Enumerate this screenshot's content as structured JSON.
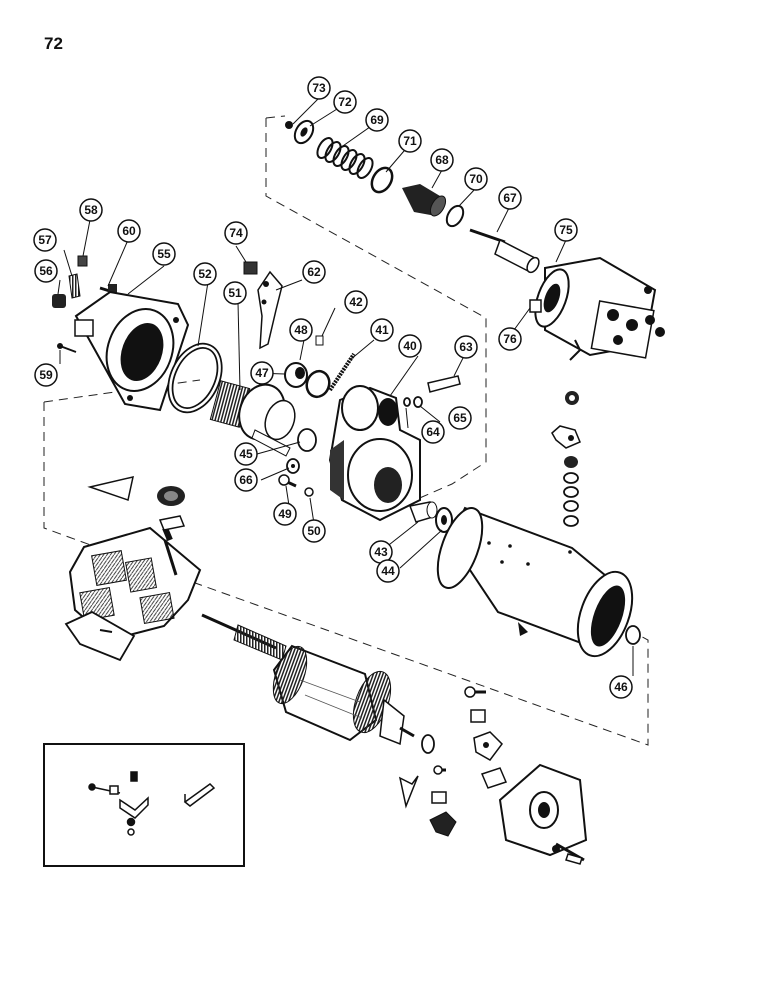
{
  "page": {
    "number": "72"
  },
  "callouts": [
    {
      "id": "c73",
      "label": "73"
    },
    {
      "id": "c72",
      "label": "72"
    },
    {
      "id": "c69",
      "label": "69"
    },
    {
      "id": "c71",
      "label": "71"
    },
    {
      "id": "c68",
      "label": "68"
    },
    {
      "id": "c70",
      "label": "70"
    },
    {
      "id": "c67",
      "label": "67"
    },
    {
      "id": "c75",
      "label": "75"
    },
    {
      "id": "c76",
      "label": "76"
    },
    {
      "id": "c58",
      "label": "58"
    },
    {
      "id": "c57",
      "label": "57"
    },
    {
      "id": "c60",
      "label": "60"
    },
    {
      "id": "c55",
      "label": "55"
    },
    {
      "id": "c56",
      "label": "56"
    },
    {
      "id": "c59",
      "label": "59"
    },
    {
      "id": "c74",
      "label": "74"
    },
    {
      "id": "c62",
      "label": "62"
    },
    {
      "id": "c52",
      "label": "52"
    },
    {
      "id": "c51",
      "label": "51"
    },
    {
      "id": "c42",
      "label": "42"
    },
    {
      "id": "c48",
      "label": "48"
    },
    {
      "id": "c41",
      "label": "41"
    },
    {
      "id": "c40",
      "label": "40"
    },
    {
      "id": "c63",
      "label": "63"
    },
    {
      "id": "c47",
      "label": "47"
    },
    {
      "id": "c65",
      "label": "65"
    },
    {
      "id": "c64",
      "label": "64"
    },
    {
      "id": "c45",
      "label": "45"
    },
    {
      "id": "c66",
      "label": "66"
    },
    {
      "id": "c49",
      "label": "49"
    },
    {
      "id": "c50",
      "label": "50"
    },
    {
      "id": "c43",
      "label": "43"
    },
    {
      "id": "c44",
      "label": "44"
    },
    {
      "id": "c46",
      "label": "46"
    }
  ],
  "colors": {
    "ink": "#111111",
    "paper": "#ffffff"
  }
}
